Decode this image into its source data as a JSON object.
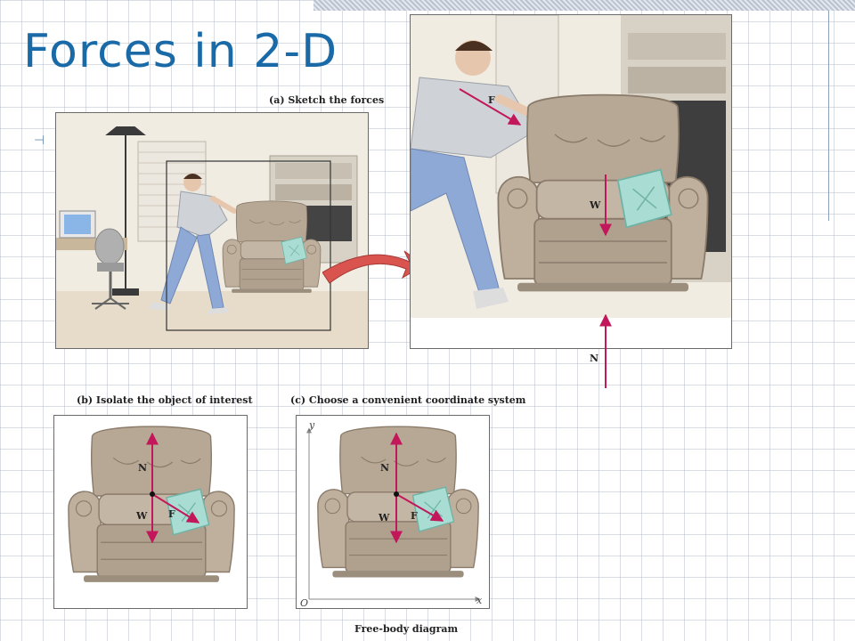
{
  "slide": {
    "title": "Forces in 2-D"
  },
  "figure": {
    "caption_a": "(a) Sketch the forces",
    "caption_b": "(b) Isolate the object of interest",
    "caption_c": "(c) Choose a convenient coordinate system",
    "caption_fbd": "Free-body diagram",
    "force_labels": {
      "applied": "F",
      "weight": "W",
      "normal": "N"
    },
    "axis_labels": {
      "x": "x",
      "y": "y",
      "origin": "O"
    }
  },
  "colors": {
    "title": "#1a6aa8",
    "force_arrow": "#c2185b",
    "chair": "#b7a896",
    "chair_dark": "#8a7b6a",
    "pillow": "#a9dcd2",
    "shirt": "#cfd3d8",
    "jeans": "#8fa9d6",
    "room_wall": "#f1ece2"
  }
}
